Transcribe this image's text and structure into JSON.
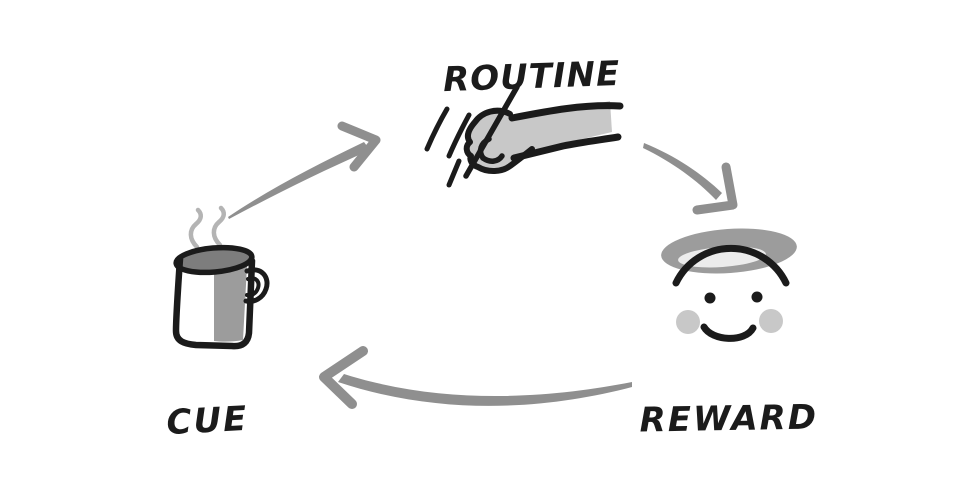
{
  "diagram": {
    "type": "cycle-diagram",
    "theme": "hand-drawn-sketch",
    "background": "#ffffff",
    "nodes": [
      {
        "id": "cue",
        "label": "CUE",
        "icon": "steaming-coffee-mug-icon",
        "position": "bottom-left"
      },
      {
        "id": "routine",
        "label": "ROUTINE",
        "icon": "hand-writing-with-pen-icon",
        "position": "top-center"
      },
      {
        "id": "reward",
        "label": "REWARD",
        "icon": "smiling-face-with-halo-icon",
        "position": "bottom-right"
      }
    ],
    "edges": [
      {
        "from": "cue",
        "to": "routine",
        "shape": "curved-arrow-up-right"
      },
      {
        "from": "routine",
        "to": "reward",
        "shape": "curved-arrow-down-right"
      },
      {
        "from": "reward",
        "to": "cue",
        "shape": "curved-arrow-left"
      }
    ],
    "colors": {
      "ink": "#1b1b1b",
      "arrow_gray": "#8f8f8f",
      "mid_gray": "#9c9c9c",
      "light_gray": "#c8c8c8",
      "pale_gray": "#ececec",
      "coffee_gray": "#7d7d7d",
      "steam_gray": "#b4b4b4",
      "background": "#ffffff"
    }
  }
}
